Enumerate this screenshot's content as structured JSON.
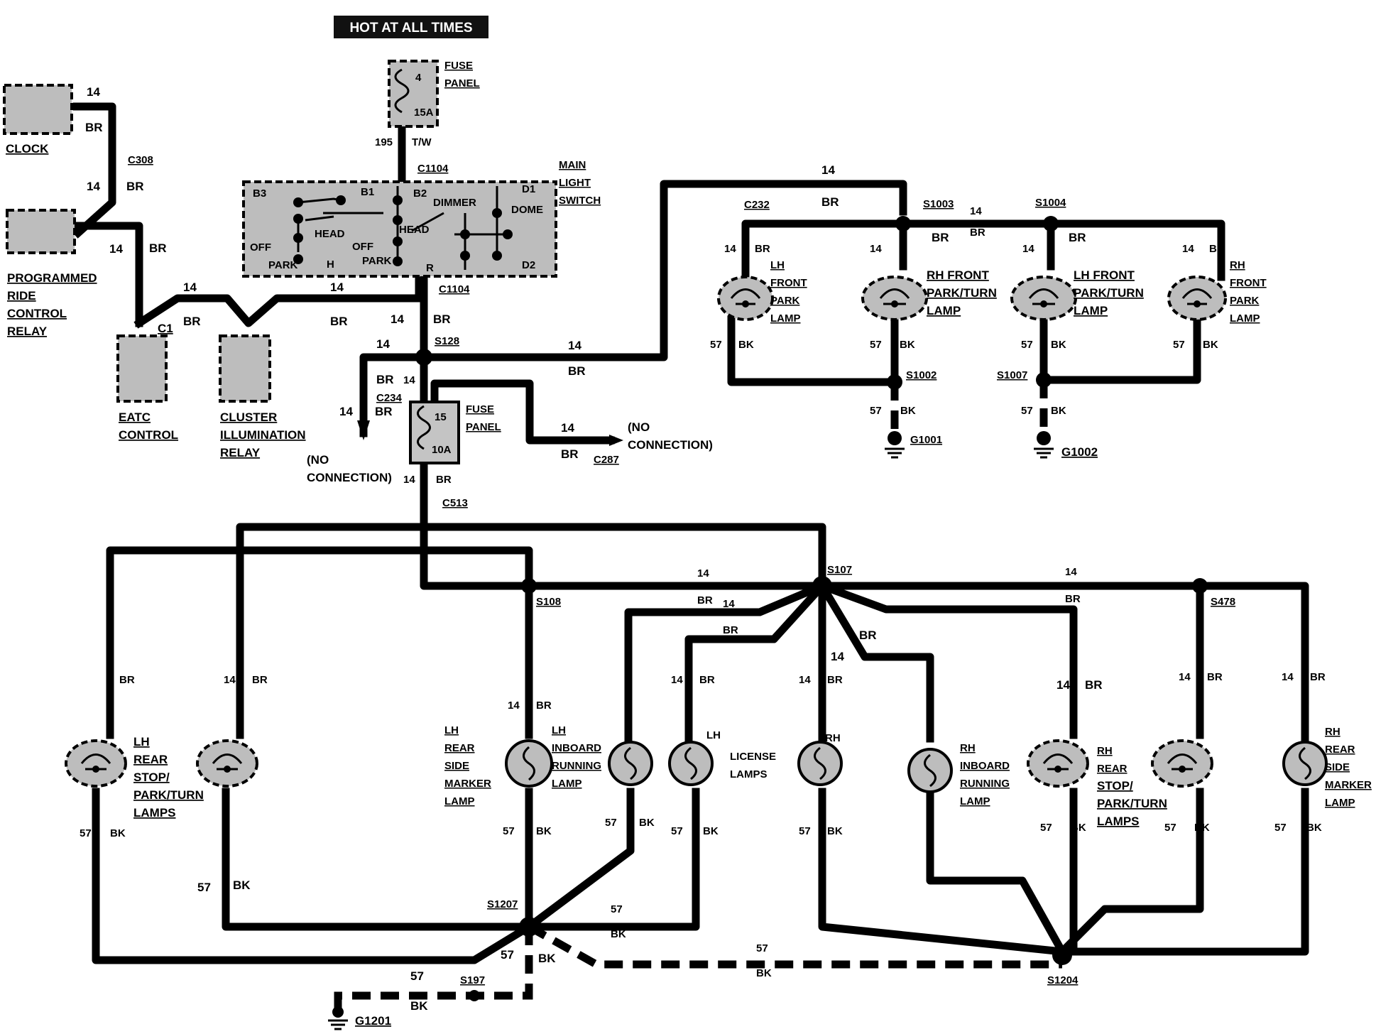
{
  "header": {
    "hot_label": "HOT AT ALL TIMES"
  },
  "components": {
    "clock": "CLOCK",
    "prc_relay": [
      "PROGRAMMED",
      "RIDE",
      "CONTROL",
      "RELAY"
    ],
    "eatc": [
      "EATC",
      "CONTROL"
    ],
    "cluster": [
      "CLUSTER",
      "ILLUMINATION",
      "RELAY"
    ],
    "fuse1": {
      "label": [
        "FUSE",
        "PANEL"
      ],
      "num": "4",
      "amp": "15A"
    },
    "fuse2": {
      "label": [
        "FUSE",
        "PANEL"
      ],
      "num": "15",
      "amp": "10A"
    },
    "main_switch": {
      "label": [
        "MAIN",
        "LIGHT",
        "SWITCH"
      ],
      "terms": [
        "B3",
        "B1",
        "B2",
        "D1",
        "D2",
        "R",
        "H"
      ],
      "words": [
        "DIMMER",
        "DOME",
        "HEAD",
        "HEAD",
        "OFF",
        "OFF",
        "PARK",
        "PARK"
      ]
    },
    "lh_front_park": [
      "LH",
      "FRONT",
      "PARK",
      "LAMP"
    ],
    "rh_front_park_turn": [
      "RH FRONT",
      "PARK/TURN",
      "LAMP"
    ],
    "lh_front_park_turn": [
      "LH FRONT",
      "PARK/TURN",
      "LAMP"
    ],
    "rh_front_park": [
      "RH",
      "FRONT",
      "PARK",
      "LAMP"
    ],
    "lh_rear_stop": [
      "LH",
      "REAR",
      "STOP/",
      "PARK/TURN",
      "LAMPS"
    ],
    "lh_rear_side_marker": [
      "LH",
      "REAR",
      "SIDE",
      "MARKER",
      "LAMP"
    ],
    "lh_inboard": [
      "LH",
      "INBOARD",
      "RUNNING",
      "LAMP"
    ],
    "license": [
      "LICENSE",
      "LAMPS"
    ],
    "license_lh": "LH",
    "license_rh": "RH",
    "rh_inboard": [
      "RH",
      "INBOARD",
      "RUNNING",
      "LAMP"
    ],
    "rh_rear_stop": [
      "RH",
      "REAR",
      "STOP/",
      "PARK/TURN",
      "LAMPS"
    ],
    "rh_rear_side_marker": [
      "RH",
      "REAR",
      "SIDE",
      "MARKER",
      "LAMP"
    ]
  },
  "no_connection": [
    "(NO",
    "CONNECTION)"
  ],
  "connectors": [
    "C308",
    "C1",
    "C1104",
    "C1104",
    "C232",
    "C234",
    "C287",
    "C513"
  ],
  "splices": [
    "S128",
    "S1003",
    "S1004",
    "S1002",
    "S1007",
    "S107",
    "S108",
    "S478",
    "S1207",
    "S197",
    "S1204"
  ],
  "grounds": [
    "G1001",
    "G1002",
    "G1201"
  ],
  "wire": {
    "g14": "14",
    "g57": "57",
    "g195": "195",
    "br": "BR",
    "bk": "BK",
    "tw": "T/W"
  }
}
